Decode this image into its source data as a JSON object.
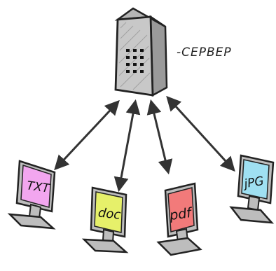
{
  "server": {
    "label": "-СЕРВЕР"
  },
  "computers": [
    {
      "id": "txt",
      "label": "TXT",
      "screen_color": "#f2a6ef"
    },
    {
      "id": "doc",
      "label": "doc",
      "screen_color": "#e6f06a"
    },
    {
      "id": "pdf",
      "label": "pdf",
      "screen_color": "#f27a7a"
    },
    {
      "id": "jpg",
      "label": "jPG",
      "screen_color": "#9fe0f2"
    }
  ],
  "colors": {
    "server_front": "#c8c8c8",
    "server_side": "#9a9a9a",
    "monitor_body": "#bdbdbd",
    "ink": "#222222"
  }
}
